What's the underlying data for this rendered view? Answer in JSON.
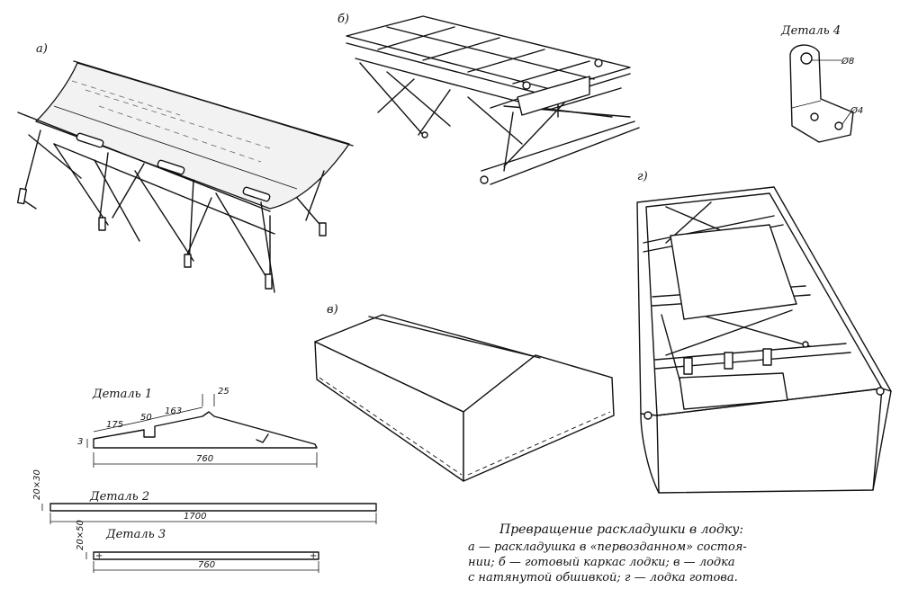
{
  "labels": {
    "a": "а)",
    "b": "б)",
    "v": "в)",
    "g": "г)"
  },
  "details": {
    "d1": {
      "title": "Деталь 1",
      "dim_total": "760",
      "dim_175": "175",
      "dim_50": "50",
      "dim_163": "163",
      "dim_25": "25",
      "dim_3": "3"
    },
    "d2": {
      "title": "Деталь 2",
      "dim_total": "1700",
      "dim_section": "20×30"
    },
    "d3": {
      "title": "Деталь 3",
      "dim_total": "760",
      "dim_section": "20×50"
    },
    "d4": {
      "title": "Деталь 4",
      "dim_hole1": "Ø8",
      "dim_hole2": "Ø4"
    }
  },
  "caption": {
    "title": "Превращение раскладушки в лодку:",
    "line1": "а — раскладушка в «первозданном» состоя-",
    "line2": "нии; б — готовый каркас лодки; в — лодка",
    "line3": "с натянутой обшивкой; г — лодка готова."
  }
}
